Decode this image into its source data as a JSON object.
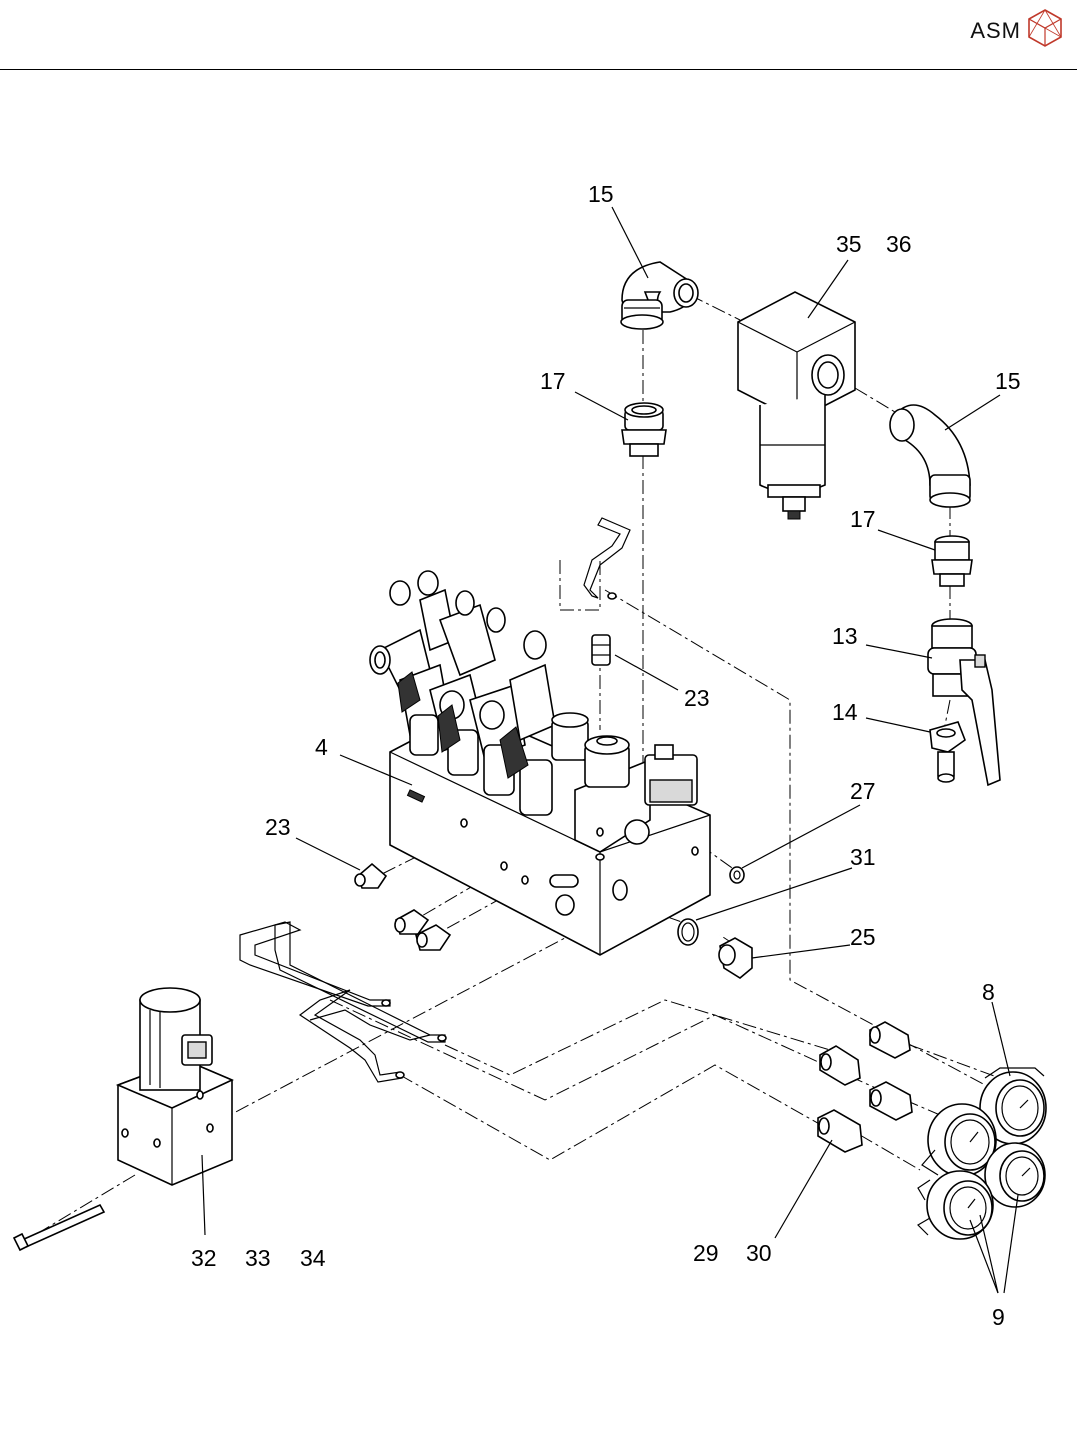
{
  "brand": {
    "name": "ASM",
    "logo_icon": "asm-cube-logo-icon",
    "accent_color": "#c0392b"
  },
  "callouts": [
    {
      "id": "c15a",
      "text": "15"
    },
    {
      "id": "c35",
      "text": "35"
    },
    {
      "id": "c36",
      "text": "36"
    },
    {
      "id": "c17a",
      "text": "17"
    },
    {
      "id": "c15b",
      "text": "15"
    },
    {
      "id": "c17b",
      "text": "17"
    },
    {
      "id": "c13",
      "text": "13"
    },
    {
      "id": "c23a",
      "text": "23"
    },
    {
      "id": "c14",
      "text": "14"
    },
    {
      "id": "c4",
      "text": "4"
    },
    {
      "id": "c27",
      "text": "27"
    },
    {
      "id": "c23b",
      "text": "23"
    },
    {
      "id": "c31",
      "text": "31"
    },
    {
      "id": "c25",
      "text": "25"
    },
    {
      "id": "c8",
      "text": "8"
    },
    {
      "id": "c29",
      "text": "29"
    },
    {
      "id": "c30",
      "text": "30"
    },
    {
      "id": "c32",
      "text": "32"
    },
    {
      "id": "c33",
      "text": "33"
    },
    {
      "id": "c34",
      "text": "34"
    },
    {
      "id": "c9",
      "text": "9"
    }
  ]
}
